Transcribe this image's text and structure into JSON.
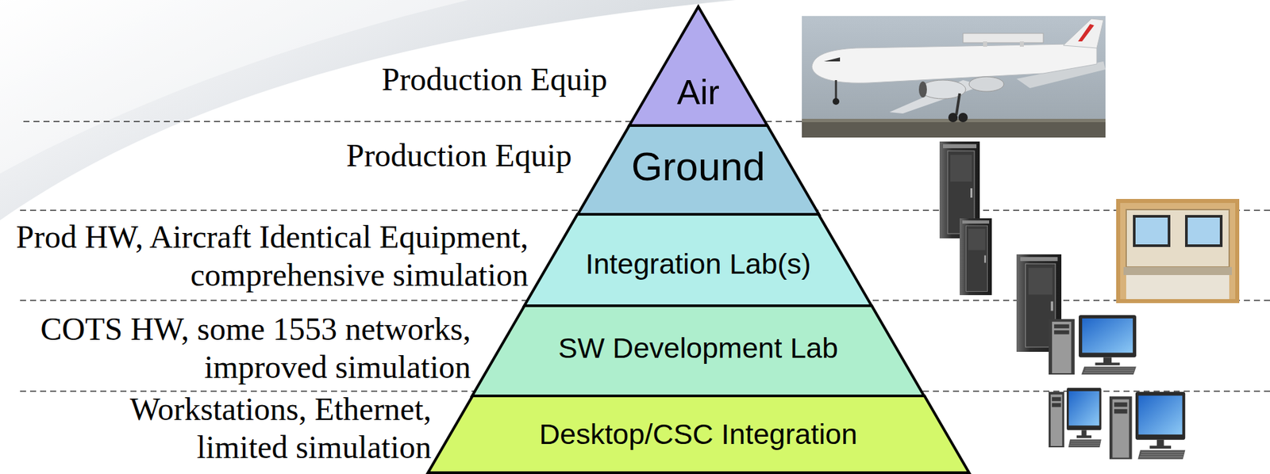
{
  "diagram": {
    "nodes": [
      {
        "text": [
          "Air"
        ]
      },
      {
        "text": [
          "Ground"
        ]
      },
      {
        "text": [
          "Integration Lab(s)"
        ]
      },
      {
        "text": [
          "SW Development Lab"
        ]
      },
      {
        "text": [
          "Desktop/CSC Integration"
        ]
      }
    ],
    "labels": [
      "Production Equip",
      "Production Equip",
      "Prod HW, Aircraft Identical Equipment, comprehensive simulation",
      "COTS HW, some 1553 networks, improved simulation",
      "Workstations, Ethernet, limited simulation"
    ]
  }
}
